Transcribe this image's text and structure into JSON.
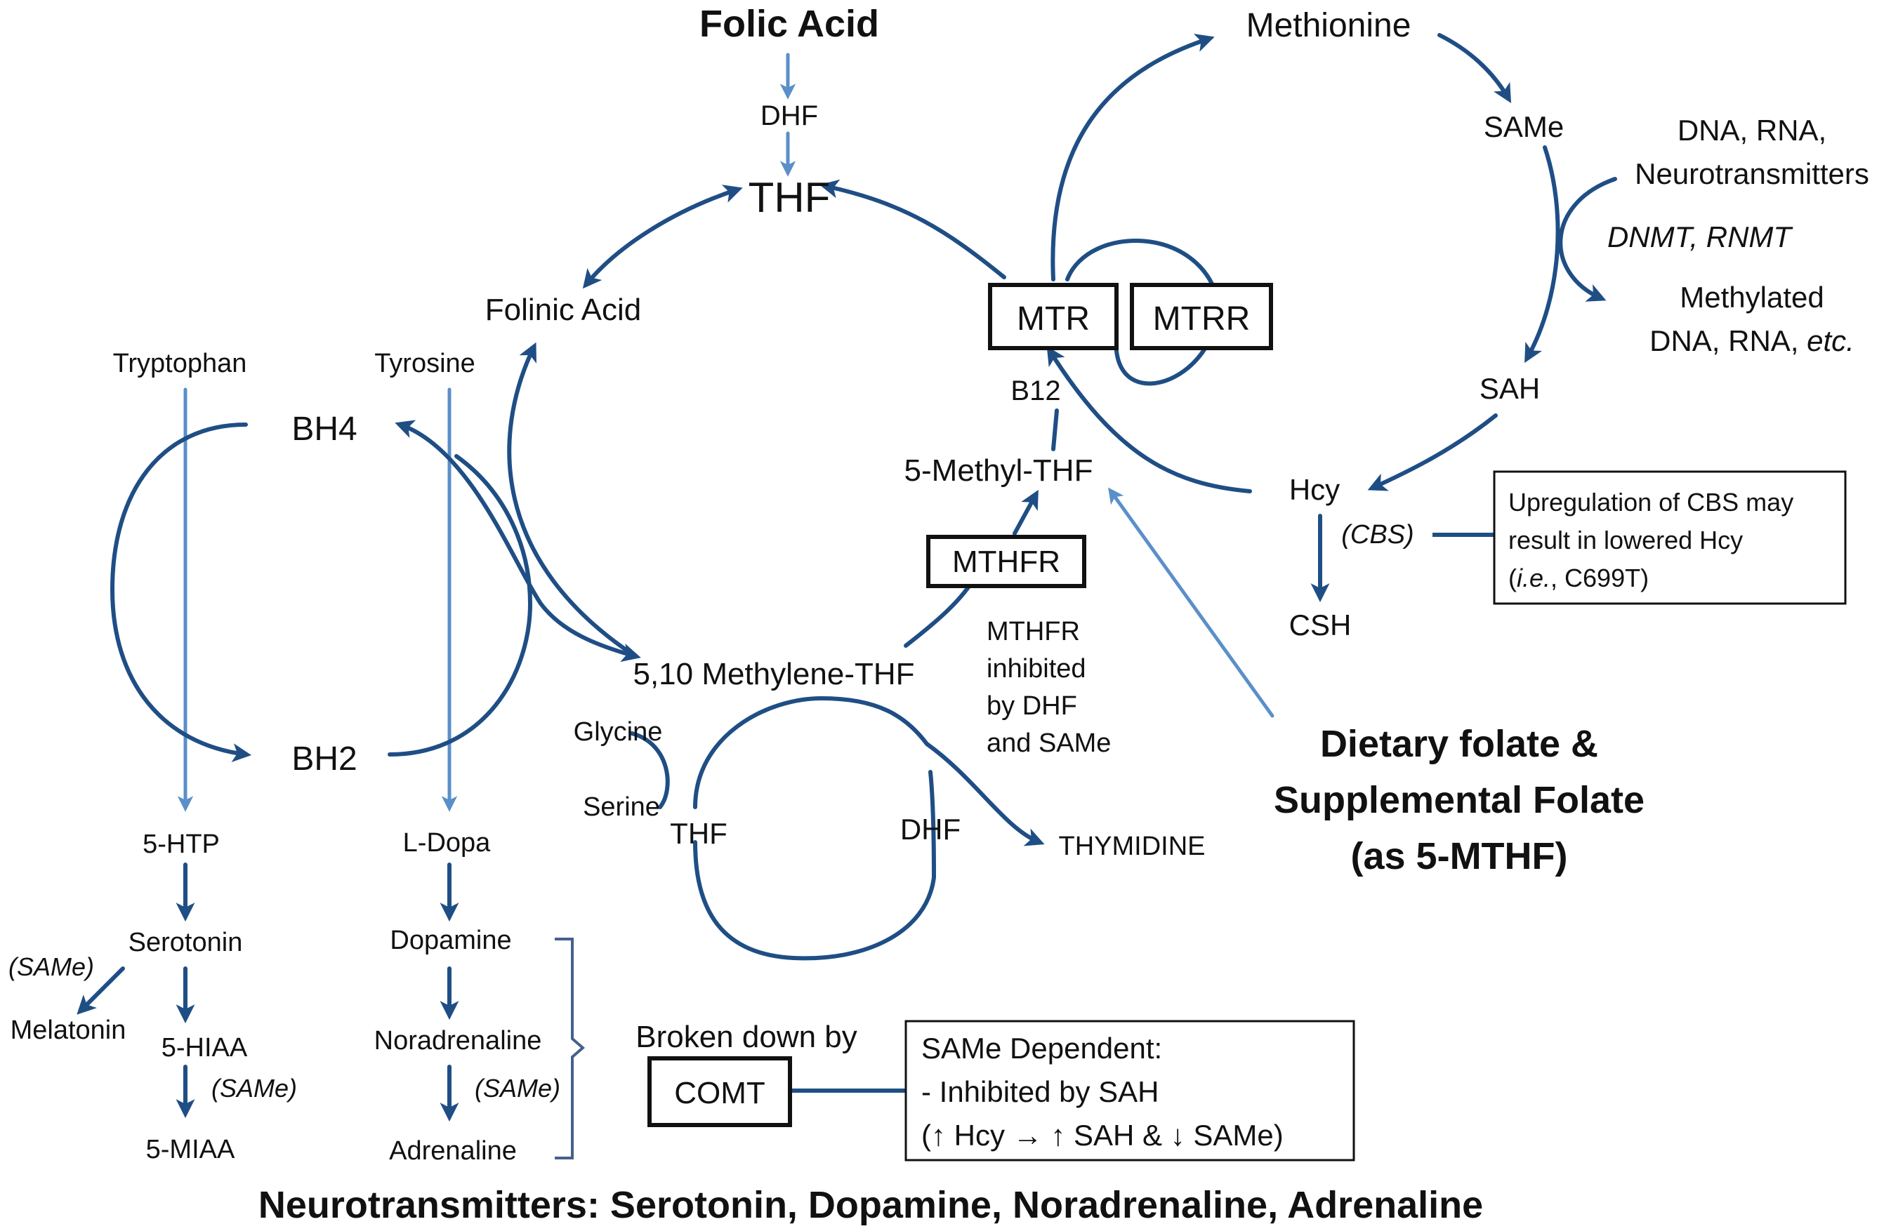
{
  "nodes": {
    "folic_acid": "Folic Acid",
    "dhf_top": "DHF",
    "thf_top": "THF",
    "methionine": "Methionine",
    "same": "SAMe",
    "dna_rna_1": "DNA, RNA,",
    "dna_rna_2": "Neurotransmitters",
    "dnmt": "DNMT, RNMT",
    "methylated_1": "Methylated",
    "methylated_2": "DNA, RNA,",
    "methylated_etc": "etc.",
    "sah": "SAH",
    "hcy": "Hcy",
    "cbs": "(CBS)",
    "csh": "CSH",
    "folinic_acid": "Folinic Acid",
    "mtr": "MTR",
    "mtrr": "MTRR",
    "b12": "B12",
    "methyl_thf": "5-Methyl-THF",
    "mthfr": "MTHFR",
    "mthfr_note_1": "MTHFR",
    "mthfr_note_2": "inhibited",
    "mthfr_note_3": "by DHF",
    "mthfr_note_4": "and SAMe",
    "methylene_thf": "5,10 Methylene-THF",
    "glycine": "Glycine",
    "serine": "Serine",
    "thf_cycle": "THF",
    "dhf_cycle": "DHF",
    "thymidine": "THYMIDINE",
    "tryptophan": "Tryptophan",
    "tyrosine": "Tyrosine",
    "bh4": "BH4",
    "bh2": "BH2",
    "htp": "5-HTP",
    "ldopa": "L-Dopa",
    "serotonin": "Serotonin",
    "dopamine": "Dopamine",
    "same_mel": "(SAMe)",
    "melatonin": "Melatonin",
    "hiaa": "5-HIAA",
    "same_hiaa": "(SAMe)",
    "miaa": "5-MIAA",
    "noradrenaline": "Noradrenaline",
    "same_nor": "(SAMe)",
    "adrenaline": "Adrenaline",
    "broken_down": "Broken down by",
    "comt": "COMT",
    "dietary_1": "Dietary folate &",
    "dietary_2": "Supplemental Folate",
    "dietary_3": "(as 5-MTHF)",
    "footer": "Neurotransmitters: Serotonin, Dopamine, Noradrenaline, Adrenaline"
  },
  "cbs_box": {
    "line1": "Upregulation of CBS may",
    "line2": "result in lowered Hcy",
    "ie": "i.e.",
    "line3_rest": ", C699T)"
  },
  "same_box": {
    "line1": "SAMe Dependent:",
    "line2": "- Inhibited by SAH",
    "line3": "(↑ Hcy → ↑ SAH & ↓ SAMe)"
  },
  "colors": {
    "dark_arrow": "#1f4e85",
    "light_arrow": "#5b8fc9",
    "text": "#111111"
  }
}
